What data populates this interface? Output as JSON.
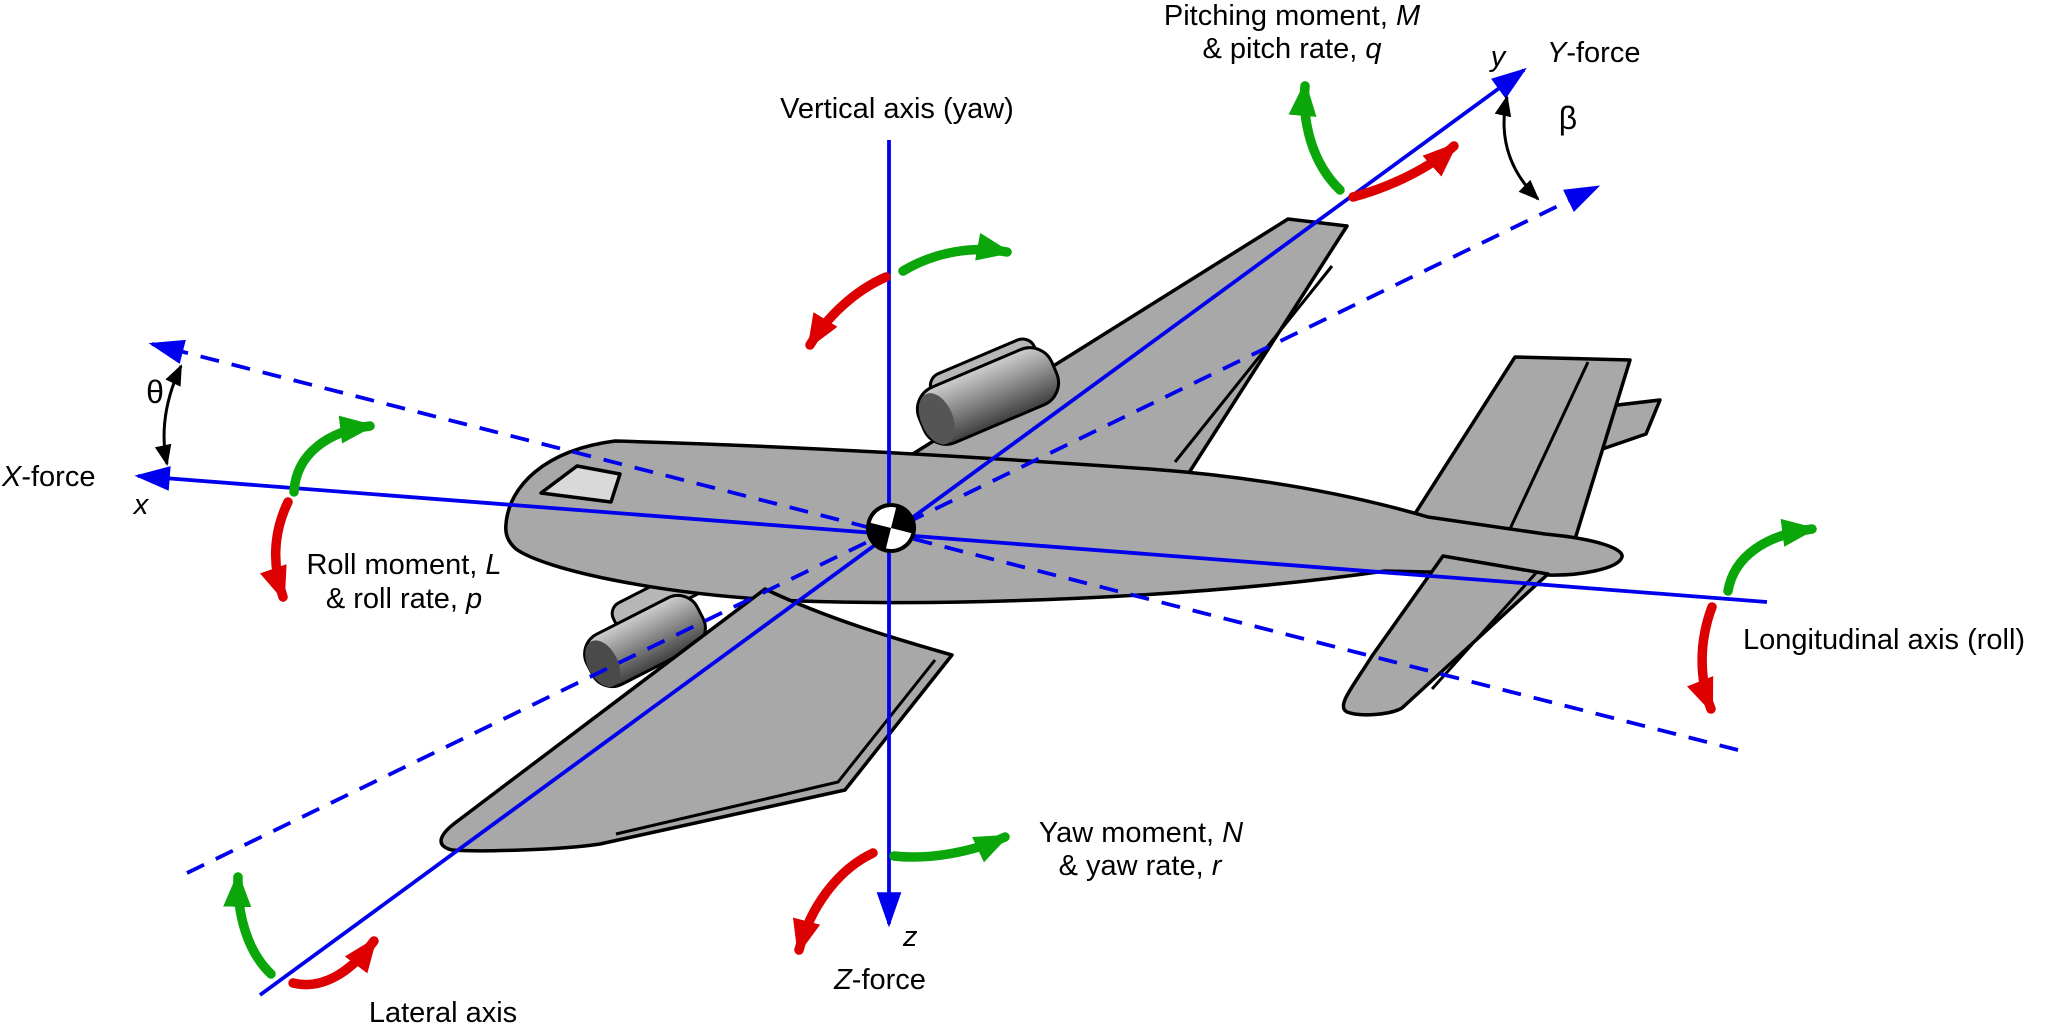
{
  "colors": {
    "axis_blue": "#0000ee",
    "moment_green": "#0aa60a",
    "moment_red": "#dd0000",
    "aircraft_gray": "#a8a8a8",
    "windshield_gray": "#d9d9d9",
    "engine_dark": "#4a4a4a",
    "engine_light": "#c9c9c9",
    "outline_black": "#000000",
    "text_black": "#000000",
    "background_white": "#ffffff"
  },
  "labels": {
    "vertical_axis": "Vertical axis (yaw)",
    "lateral_axis": "Lateral axis",
    "longitudinal_axis": "Longitudinal axis (roll)",
    "theta": "θ",
    "beta": "β",
    "x_axis": {
      "force_var": "X",
      "force_suffix": "-force",
      "axis_var": "x"
    },
    "y_axis": {
      "force_var": "Y",
      "force_suffix": "-force",
      "axis_var": "y"
    },
    "z_axis": {
      "force_var": "Z",
      "force_suffix": "-force",
      "axis_var": "z"
    },
    "pitch": {
      "line1": "Pitching moment, ",
      "line1_var": "M",
      "line2": "& pitch rate, ",
      "line2_var": "q"
    },
    "roll": {
      "line1": "Roll moment, ",
      "line1_var": "L",
      "line2": "& roll rate, ",
      "line2_var": "p"
    },
    "yaw": {
      "line1": "Yaw moment, ",
      "line1_var": "N",
      "line2": "& yaw rate, ",
      "line2_var": "r"
    }
  }
}
